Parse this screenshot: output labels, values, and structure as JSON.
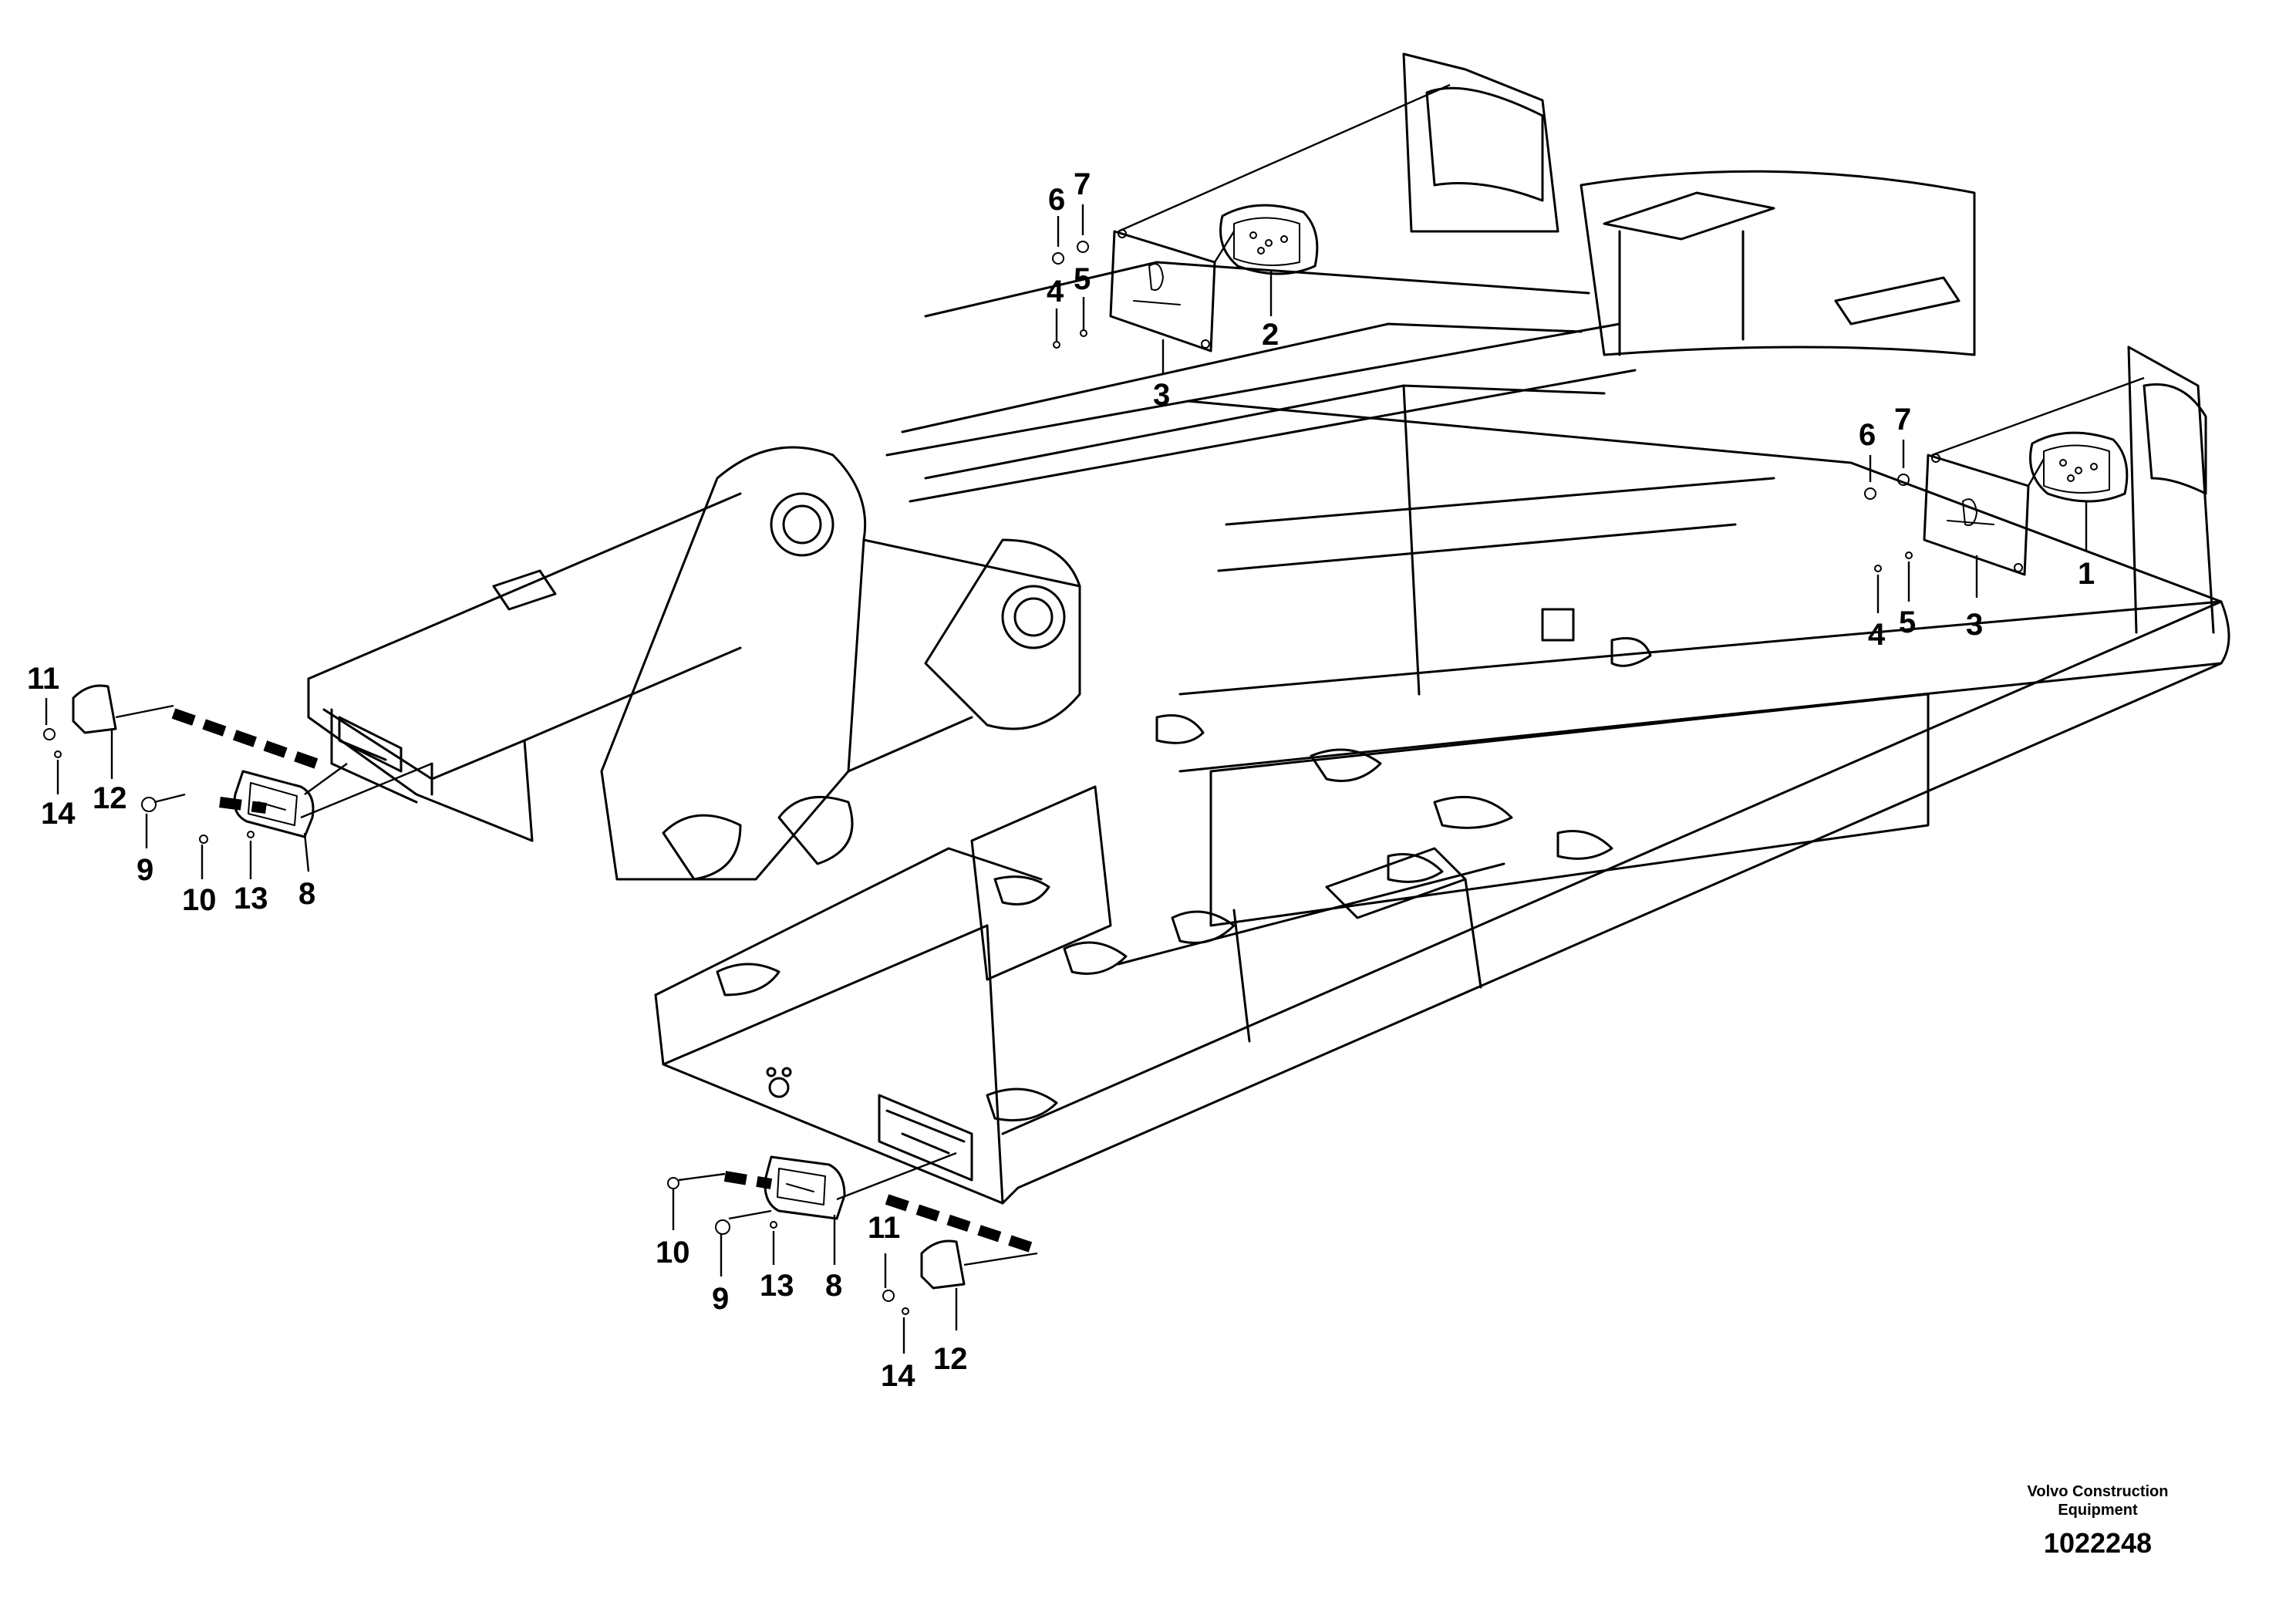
{
  "callouts": {
    "top_left_lamp": {
      "c6": "6",
      "c7": "7",
      "c4": "4",
      "c5": "5",
      "c2": "2",
      "c3": "3"
    },
    "right_lamp": {
      "c6": "6",
      "c7": "7",
      "c1": "1",
      "c4": "4",
      "c5": "5",
      "c3": "3"
    },
    "left_front_light": {
      "c11": "11",
      "c14": "14",
      "c12": "12",
      "c9": "9",
      "c10": "10",
      "c13": "13",
      "c8": "8"
    },
    "bottom_front_light": {
      "c10": "10",
      "c9": "9",
      "c13": "13",
      "c8": "8",
      "c11": "11",
      "c14": "14",
      "c12": "12"
    }
  },
  "footer": {
    "company_line1": "Volvo Construction",
    "company_line2": "Equipment",
    "drawing_number": "1022248"
  }
}
